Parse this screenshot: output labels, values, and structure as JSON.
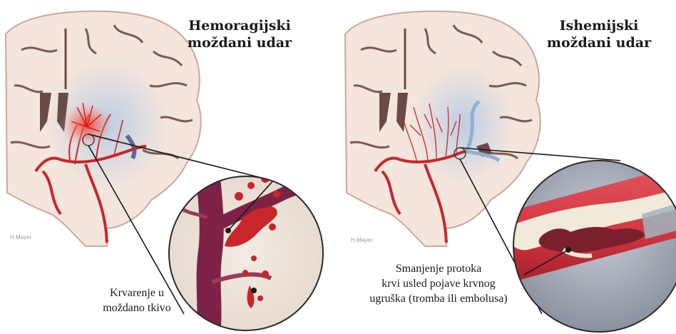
{
  "panels": {
    "hemorrhagic": {
      "title_line1": "Hemoragijski",
      "title_line2": "moždani udar",
      "label_line1": "Krvarenje u",
      "label_line2": "moždano tkivo",
      "credit": "H.Mayer"
    },
    "ischemic": {
      "title_line1": "Ishemijski",
      "title_line2": "moždani udar",
      "label_line1": "Smanjenje protoka",
      "label_line2": "krvi usled pojave krvnog",
      "label_line3": "ugruška (tromba ili embolusa)",
      "credit": "H.Mayer"
    }
  },
  "colors": {
    "brain_tissue": "#f4e6dc",
    "brain_outline": "#c9a89a",
    "sulci": "#7a5a55",
    "artery": "#c8262b",
    "bleed": "#e23030",
    "ischemia_blue": "#b8cde6",
    "vessel_wall": "#7d2246",
    "clot": "#7a1f2e"
  }
}
